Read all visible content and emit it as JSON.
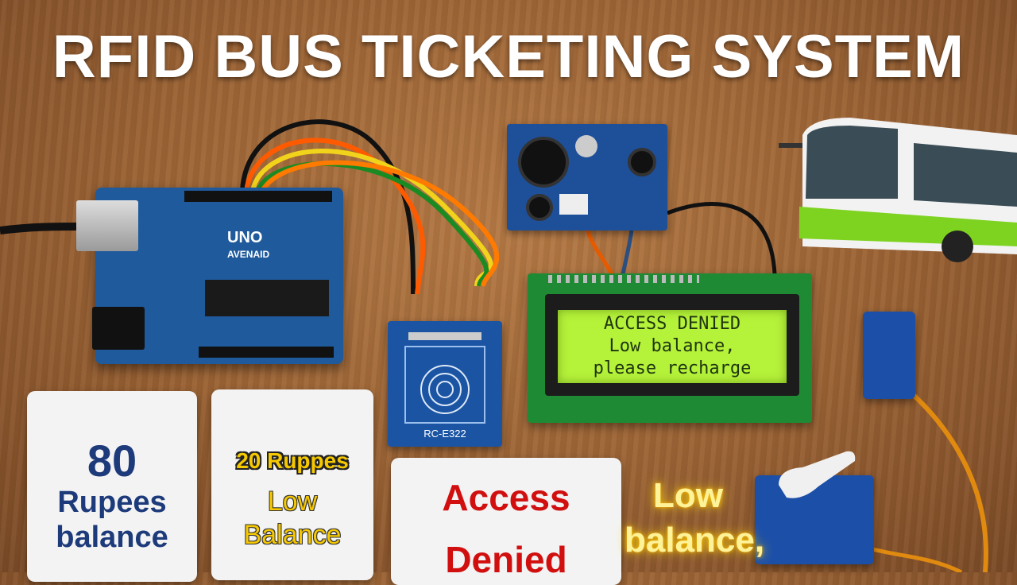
{
  "title": "RFID BUS TICKETING SYSTEM",
  "arduino": {
    "logo": "UNO",
    "brand": "AVENAID"
  },
  "rfid_module": {
    "label": "RC-E322"
  },
  "lcd": {
    "line1": "ACCESS DENIED",
    "line2": "Low balance,",
    "line3": "please recharge"
  },
  "card_80": {
    "amount": "80",
    "line1": "Rupees",
    "line2": "balance"
  },
  "card_20": {
    "amount": "20 Ruppes",
    "line1": "Low",
    "line2": "Balance"
  },
  "card_denied": {
    "line1": "Access",
    "line2": "Denied"
  },
  "glow_text": {
    "line1": "Low",
    "line2": "balance,"
  },
  "colors": {
    "lcd_screen": "#b5f23a",
    "pcb_blue": "#1f5a9c",
    "denied_red": "#d10f0f",
    "card_yellow": "#f5c800"
  }
}
